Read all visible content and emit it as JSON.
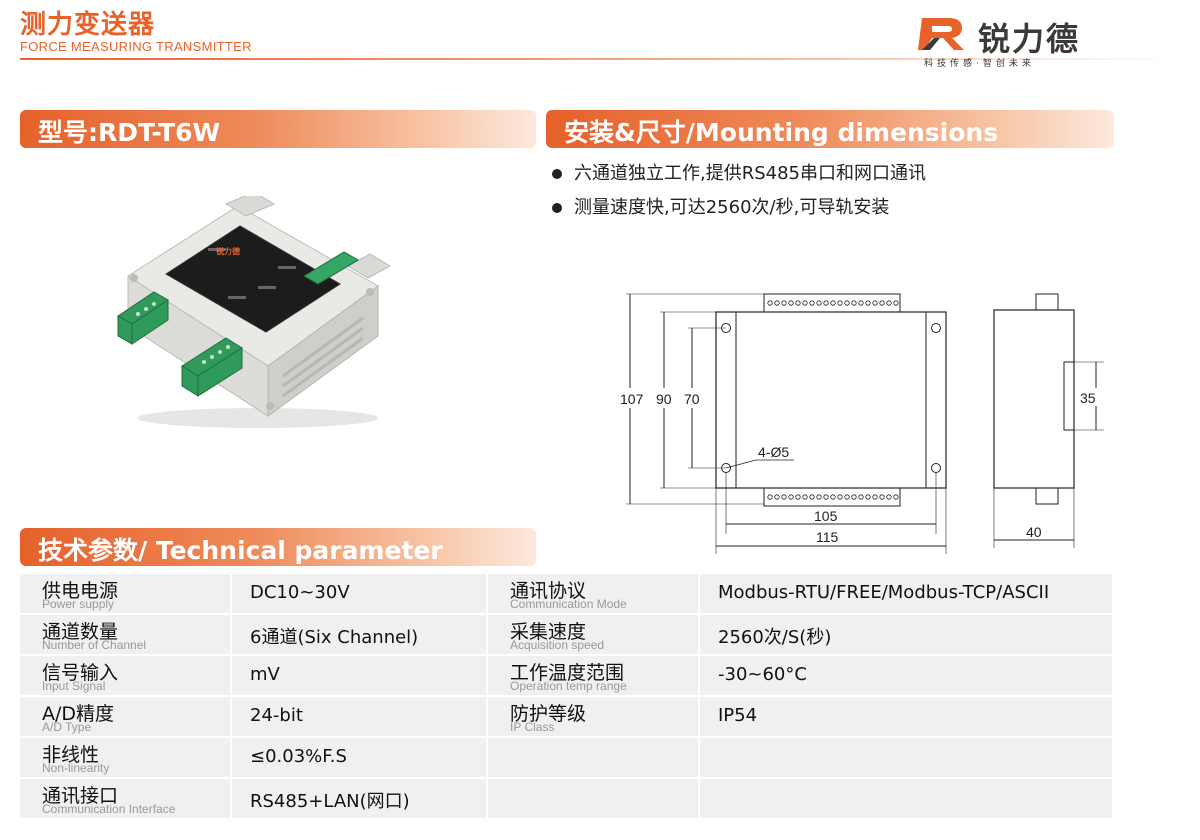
{
  "header": {
    "title_cn": "测力变送器",
    "title_en": "FORCE MEASURING TRANSMITTER"
  },
  "brand": {
    "name": "锐力德",
    "slogan": "科技传感·智创未来",
    "color": "#e8622a"
  },
  "sections": {
    "model": "型号:RDT-T6W",
    "mounting": "安装&尺寸/Mounting dimensions",
    "technical": "技术参数/ Technical parameter"
  },
  "features": [
    "六通道独立工作,提供RS485串口和网口通讯",
    "测量速度快,可达2560次/秒,可导轨安装"
  ],
  "product_image": {
    "logo_text": "锐力德"
  },
  "drawing": {
    "dim_107": "107",
    "dim_90": "90",
    "dim_70": "70",
    "dim_105": "105",
    "dim_115": "115",
    "dim_35": "35",
    "dim_40": "40",
    "hole_label": "4-Ø5"
  },
  "specs": [
    {
      "left": {
        "cn": "供电电源",
        "en": "Power supply",
        "value": "DC10~30V"
      },
      "right": {
        "cn": "通讯协议",
        "en": "Communication Mode",
        "value": "Modbus-RTU/FREE/Modbus-TCP/ASCII"
      }
    },
    {
      "left": {
        "cn": "通道数量",
        "en": "Number of Channel",
        "value": "6通道(Six Channel)"
      },
      "right": {
        "cn": "采集速度",
        "en": "Acquisition speed",
        "value": "2560次/S(秒)"
      }
    },
    {
      "left": {
        "cn": "信号输入",
        "en": "Input Signal",
        "value": "mV"
      },
      "right": {
        "cn": "工作温度范围",
        "en": "Operation temp range",
        "value": "-30~60°C"
      }
    },
    {
      "left": {
        "cn": "A/D精度",
        "en": "A/D Type",
        "value": "24-bit"
      },
      "right": {
        "cn": "防护等级",
        "en": "IP Class",
        "value": "IP54"
      }
    },
    {
      "left": {
        "cn": "非线性",
        "en": "Non-linearity",
        "value": "≤0.03%F.S"
      },
      "right": {
        "cn": "",
        "en": "",
        "value": ""
      }
    },
    {
      "left": {
        "cn": "通讯接口",
        "en": "Communication Interface",
        "value": "RS485+LAN(网口)"
      },
      "right": {
        "cn": "",
        "en": "",
        "value": ""
      }
    }
  ]
}
